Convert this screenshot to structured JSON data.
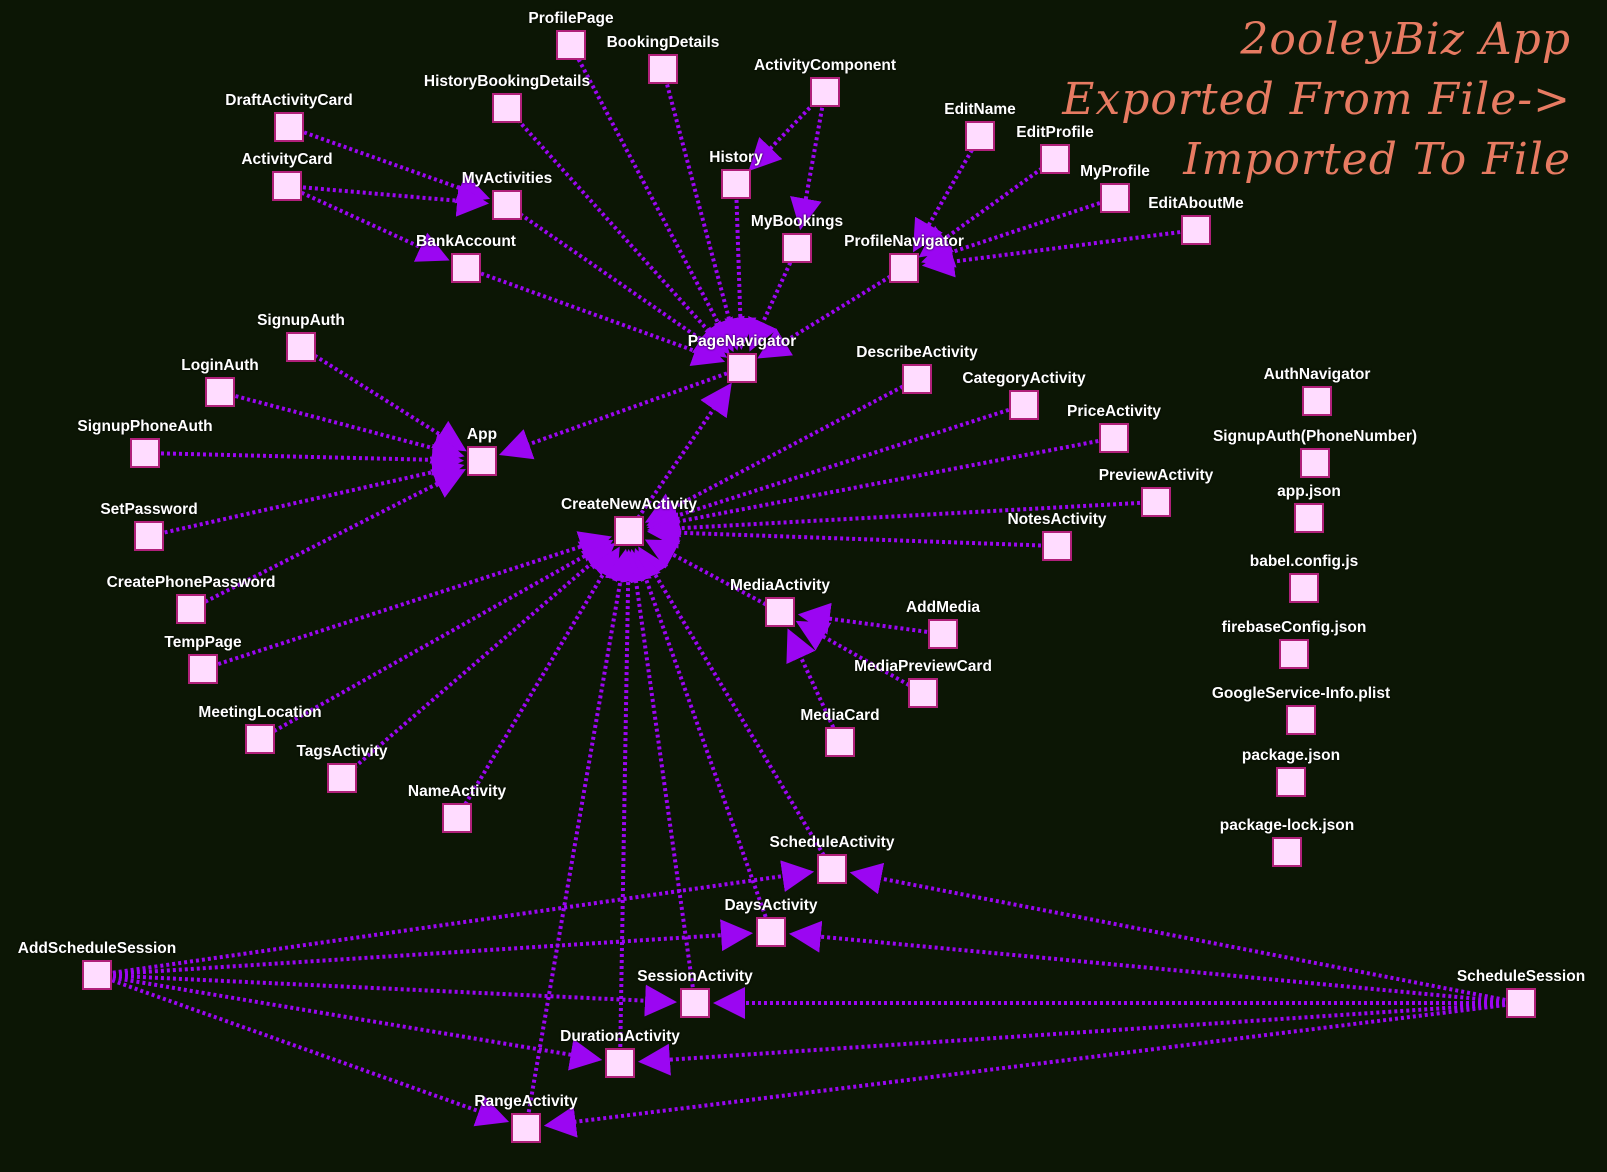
{
  "title": {
    "lines": [
      "2ooleyBiz App",
      "Exported From File->",
      "Imported To File"
    ]
  },
  "colors": {
    "background": "#0c1605",
    "edge": "#9b06f2",
    "node_fill": "#ffdcff",
    "node_border": "#b0207a",
    "title": "#e77b62"
  },
  "nodes": [
    {
      "id": "ProfilePage",
      "label": "ProfilePage"
    },
    {
      "id": "BookingDetails",
      "label": "BookingDetails"
    },
    {
      "id": "ActivityComponent",
      "label": "ActivityComponent"
    },
    {
      "id": "HistoryBookingDetails",
      "label": "HistoryBookingDetails"
    },
    {
      "id": "DraftActivityCard",
      "label": "DraftActivityCard"
    },
    {
      "id": "History",
      "label": "History"
    },
    {
      "id": "EditName",
      "label": "EditName"
    },
    {
      "id": "EditProfile",
      "label": "EditProfile"
    },
    {
      "id": "MyProfile",
      "label": "MyProfile"
    },
    {
      "id": "EditAboutMe",
      "label": "EditAboutMe"
    },
    {
      "id": "ActivityCard",
      "label": "ActivityCard"
    },
    {
      "id": "MyActivities",
      "label": "MyActivities"
    },
    {
      "id": "MyBookings",
      "label": "MyBookings"
    },
    {
      "id": "ProfileNavigator",
      "label": "ProfileNavigator"
    },
    {
      "id": "BankAccount",
      "label": "BankAccount"
    },
    {
      "id": "SignupAuth",
      "label": "SignupAuth"
    },
    {
      "id": "PageNavigator",
      "label": "PageNavigator"
    },
    {
      "id": "DescribeActivity",
      "label": "DescribeActivity"
    },
    {
      "id": "LoginAuth",
      "label": "LoginAuth"
    },
    {
      "id": "CategoryActivity",
      "label": "CategoryActivity"
    },
    {
      "id": "AuthNavigator",
      "label": "AuthNavigator"
    },
    {
      "id": "PriceActivity",
      "label": "PriceActivity"
    },
    {
      "id": "SignupPhoneAuth",
      "label": "SignupPhoneAuth"
    },
    {
      "id": "App",
      "label": "App"
    },
    {
      "id": "SignupAuthPhone",
      "label": "SignupAuth(PhoneNumber)"
    },
    {
      "id": "PreviewActivity",
      "label": "PreviewActivity"
    },
    {
      "id": "appjson",
      "label": "app.json"
    },
    {
      "id": "SetPassword",
      "label": "SetPassword"
    },
    {
      "id": "CreateNewActivity",
      "label": "CreateNewActivity"
    },
    {
      "id": "NotesActivity",
      "label": "NotesActivity"
    },
    {
      "id": "babel",
      "label": "babel.config.js"
    },
    {
      "id": "CreatePhonePassword",
      "label": "CreatePhonePassword"
    },
    {
      "id": "MediaActivity",
      "label": "MediaActivity"
    },
    {
      "id": "AddMedia",
      "label": "AddMedia"
    },
    {
      "id": "firebase",
      "label": "firebaseConfig.json"
    },
    {
      "id": "TempPage",
      "label": "TempPage"
    },
    {
      "id": "MediaPreviewCard",
      "label": "MediaPreviewCard"
    },
    {
      "id": "GoogleService",
      "label": "GoogleService-Info.plist"
    },
    {
      "id": "MeetingLocation",
      "label": "MeetingLocation"
    },
    {
      "id": "MediaCard",
      "label": "MediaCard"
    },
    {
      "id": "TagsActivity",
      "label": "TagsActivity"
    },
    {
      "id": "packagejson",
      "label": "package.json"
    },
    {
      "id": "NameActivity",
      "label": "NameActivity"
    },
    {
      "id": "packagelock",
      "label": "package-lock.json"
    },
    {
      "id": "ScheduleActivity",
      "label": "ScheduleActivity"
    },
    {
      "id": "DaysActivity",
      "label": "DaysActivity"
    },
    {
      "id": "AddScheduleSession",
      "label": "AddScheduleSession"
    },
    {
      "id": "SessionActivity",
      "label": "SessionActivity"
    },
    {
      "id": "ScheduleSession",
      "label": "ScheduleSession"
    },
    {
      "id": "DurationActivity",
      "label": "DurationActivity"
    },
    {
      "id": "RangeActivity",
      "label": "RangeActivity"
    }
  ],
  "edges": [
    [
      "DraftActivityCard",
      "MyActivities"
    ],
    [
      "ActivityCard",
      "MyActivities"
    ],
    [
      "ActivityCard",
      "BankAccount"
    ],
    [
      "ActivityComponent",
      "History"
    ],
    [
      "ActivityComponent",
      "MyBookings"
    ],
    [
      "EditName",
      "ProfileNavigator"
    ],
    [
      "EditProfile",
      "ProfileNavigator"
    ],
    [
      "MyProfile",
      "ProfileNavigator"
    ],
    [
      "EditAboutMe",
      "ProfileNavigator"
    ],
    [
      "ProfilePage",
      "PageNavigator"
    ],
    [
      "BookingDetails",
      "PageNavigator"
    ],
    [
      "HistoryBookingDetails",
      "PageNavigator"
    ],
    [
      "MyActivities",
      "PageNavigator"
    ],
    [
      "BankAccount",
      "PageNavigator"
    ],
    [
      "History",
      "PageNavigator"
    ],
    [
      "MyBookings",
      "PageNavigator"
    ],
    [
      "ProfileNavigator",
      "PageNavigator"
    ],
    [
      "PageNavigator",
      "App"
    ],
    [
      "SignupAuth",
      "App"
    ],
    [
      "LoginAuth",
      "App"
    ],
    [
      "SignupPhoneAuth",
      "App"
    ],
    [
      "SetPassword",
      "App"
    ],
    [
      "CreatePhonePassword",
      "App"
    ],
    [
      "CreateNewActivity",
      "PageNavigator"
    ],
    [
      "DescribeActivity",
      "CreateNewActivity"
    ],
    [
      "CategoryActivity",
      "CreateNewActivity"
    ],
    [
      "PriceActivity",
      "CreateNewActivity"
    ],
    [
      "PreviewActivity",
      "CreateNewActivity"
    ],
    [
      "NotesActivity",
      "CreateNewActivity"
    ],
    [
      "MediaActivity",
      "CreateNewActivity"
    ],
    [
      "TempPage",
      "CreateNewActivity"
    ],
    [
      "MeetingLocation",
      "CreateNewActivity"
    ],
    [
      "TagsActivity",
      "CreateNewActivity"
    ],
    [
      "NameActivity",
      "CreateNewActivity"
    ],
    [
      "ScheduleActivity",
      "CreateNewActivity"
    ],
    [
      "DaysActivity",
      "CreateNewActivity"
    ],
    [
      "SessionActivity",
      "CreateNewActivity"
    ],
    [
      "DurationActivity",
      "CreateNewActivity"
    ],
    [
      "RangeActivity",
      "CreateNewActivity"
    ],
    [
      "AddMedia",
      "MediaActivity"
    ],
    [
      "MediaPreviewCard",
      "MediaActivity"
    ],
    [
      "MediaCard",
      "MediaActivity"
    ],
    [
      "AddScheduleSession",
      "ScheduleActivity"
    ],
    [
      "AddScheduleSession",
      "DaysActivity"
    ],
    [
      "AddScheduleSession",
      "SessionActivity"
    ],
    [
      "AddScheduleSession",
      "DurationActivity"
    ],
    [
      "AddScheduleSession",
      "RangeActivity"
    ],
    [
      "ScheduleSession",
      "ScheduleActivity"
    ],
    [
      "ScheduleSession",
      "DaysActivity"
    ],
    [
      "ScheduleSession",
      "SessionActivity"
    ],
    [
      "ScheduleSession",
      "DurationActivity"
    ],
    [
      "ScheduleSession",
      "RangeActivity"
    ]
  ]
}
